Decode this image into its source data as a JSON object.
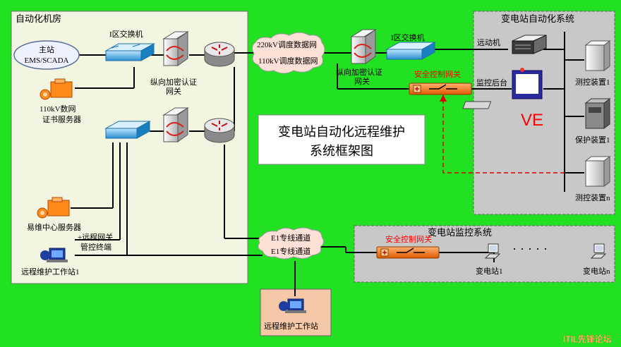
{
  "panels": {
    "machine_room": "自动化机房",
    "substation_auto": "变电站自动化系统",
    "substation_monitor": "变电站监控系统"
  },
  "main_station": {
    "line1": "主站",
    "line2": "EMS/SCADA"
  },
  "labels": {
    "switch_left": "I区交换机",
    "switch_right": "I区交换机",
    "gateway_left_1": "纵向加密认证",
    "gateway_left_2": "网关",
    "gateway_right_1": "纵向加密认证",
    "gateway_right_2": "网关",
    "cert_server_1": "110kV数网",
    "cert_server_2": "证书服务器",
    "maint_server": "易维中心服务器",
    "gateway_terminal_1": "+远程网关",
    "gateway_terminal_2": "管控终端",
    "workstation_1": "远程维护工作站1",
    "workstation_ext": "远程维护工作站",
    "security_gw_top": "安全控制网关",
    "security_gw_bottom": "安全控制网关",
    "telecontrol": "远动机",
    "monitor_backend": "监控后台",
    "ve": "VE",
    "measure_1": "测控装置1",
    "protection": "保护装置1",
    "measure_n": "测控装置n",
    "substation_1": "变电站1",
    "substation_n": "变电站n",
    "dots": "· · · · ·"
  },
  "clouds": {
    "net_220": "220kV调度数据网",
    "net_110": "110kV调度数据网",
    "e1_a": "E1专线通道",
    "e1_b": "E1专线通道"
  },
  "title": {
    "line1": "变电站自动化远程维护",
    "line2": "系统框架图"
  },
  "watermark": "ITIL先锋论坛",
  "colors": {
    "background": "#22e022",
    "panel_light": "#f2f5df",
    "panel_grey": "#c8c8c8",
    "gateway_orange": "#ff7a1a",
    "alert_red": "#ff0000"
  }
}
